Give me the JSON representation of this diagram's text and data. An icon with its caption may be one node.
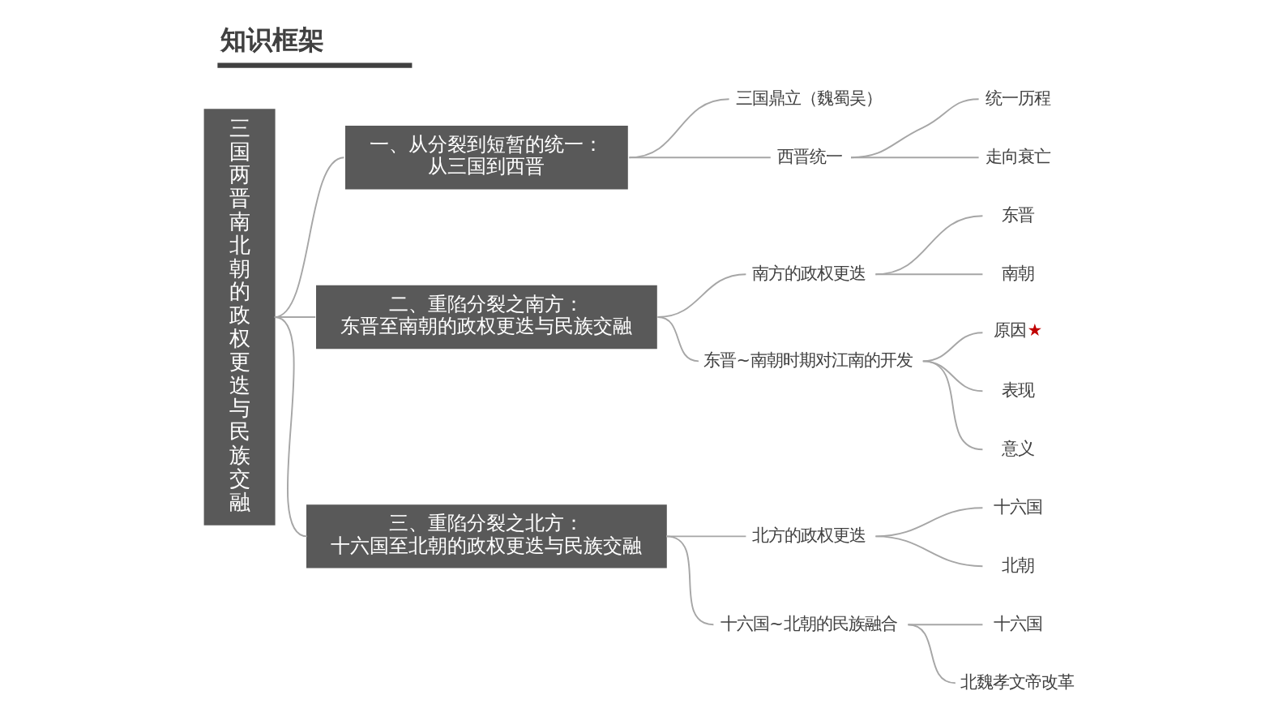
{
  "diagram": {
    "title": "知识框架",
    "nodes": [
      {
        "text": [
          "三国两晋南北朝的政权更迭与民族交融"
        ]
      },
      {
        "text": [
          "一、从分裂到短暂的统一：",
          "从三国到西晋"
        ]
      },
      {
        "text": [
          "三国鼎立（魏蜀吴）"
        ]
      },
      {
        "text": [
          "西晋统一"
        ]
      },
      {
        "text": [
          "统一历程"
        ]
      },
      {
        "text": [
          "走向衰亡"
        ]
      },
      {
        "text": [
          "二、重陷分裂之南方：",
          "东晋至南朝的政权更迭与民族交融"
        ]
      },
      {
        "text": [
          "南方的政权更迭"
        ]
      },
      {
        "text": [
          "东晋"
        ]
      },
      {
        "text": [
          "南朝"
        ]
      },
      {
        "text": [
          "东晋~南朝时期对江南的开发"
        ]
      },
      {
        "text": [
          "原因"
        ],
        "beside": [
          "★"
        ]
      },
      {
        "text": [
          "表现"
        ]
      },
      {
        "text": [
          "意义"
        ]
      },
      {
        "text": [
          "三、重陷分裂之北方：",
          "十六国至北朝的政权更迭与民族交融"
        ]
      },
      {
        "text": [
          "北方的政权更迭"
        ]
      },
      {
        "text": [
          "十六国"
        ]
      },
      {
        "text": [
          "北朝"
        ]
      },
      {
        "text": [
          "十六国~北朝的民族融合"
        ]
      },
      {
        "text": [
          "十六国"
        ]
      },
      {
        "text": [
          "北魏孝文帝改革"
        ]
      }
    ],
    "edges": [
      {
        "from": 0,
        "to": 1,
        "arrow": "none"
      },
      {
        "from": 0,
        "to": 6,
        "arrow": "none"
      },
      {
        "from": 0,
        "to": 14,
        "arrow": "none"
      },
      {
        "from": 1,
        "to": 2,
        "arrow": "none"
      },
      {
        "from": 1,
        "to": 3,
        "arrow": "none"
      },
      {
        "from": 3,
        "to": 4,
        "arrow": "none"
      },
      {
        "from": 3,
        "to": 5,
        "arrow": "none"
      },
      {
        "from": 6,
        "to": 7,
        "arrow": "none"
      },
      {
        "from": 6,
        "to": 10,
        "arrow": "none"
      },
      {
        "from": 7,
        "to": 8,
        "arrow": "none"
      },
      {
        "from": 7,
        "to": 9,
        "arrow": "none"
      },
      {
        "from": 10,
        "to": 11,
        "arrow": "none"
      },
      {
        "from": 10,
        "to": 12,
        "arrow": "none"
      },
      {
        "from": 10,
        "to": 13,
        "arrow": "none"
      },
      {
        "from": 14,
        "to": 15,
        "arrow": "none"
      },
      {
        "from": 14,
        "to": 18,
        "arrow": "none"
      },
      {
        "from": 15,
        "to": 16,
        "arrow": "none"
      },
      {
        "from": 15,
        "to": 17,
        "arrow": "none"
      },
      {
        "from": 18,
        "to": 19,
        "arrow": "none"
      },
      {
        "from": 18,
        "to": 20,
        "arrow": "none"
      }
    ]
  }
}
